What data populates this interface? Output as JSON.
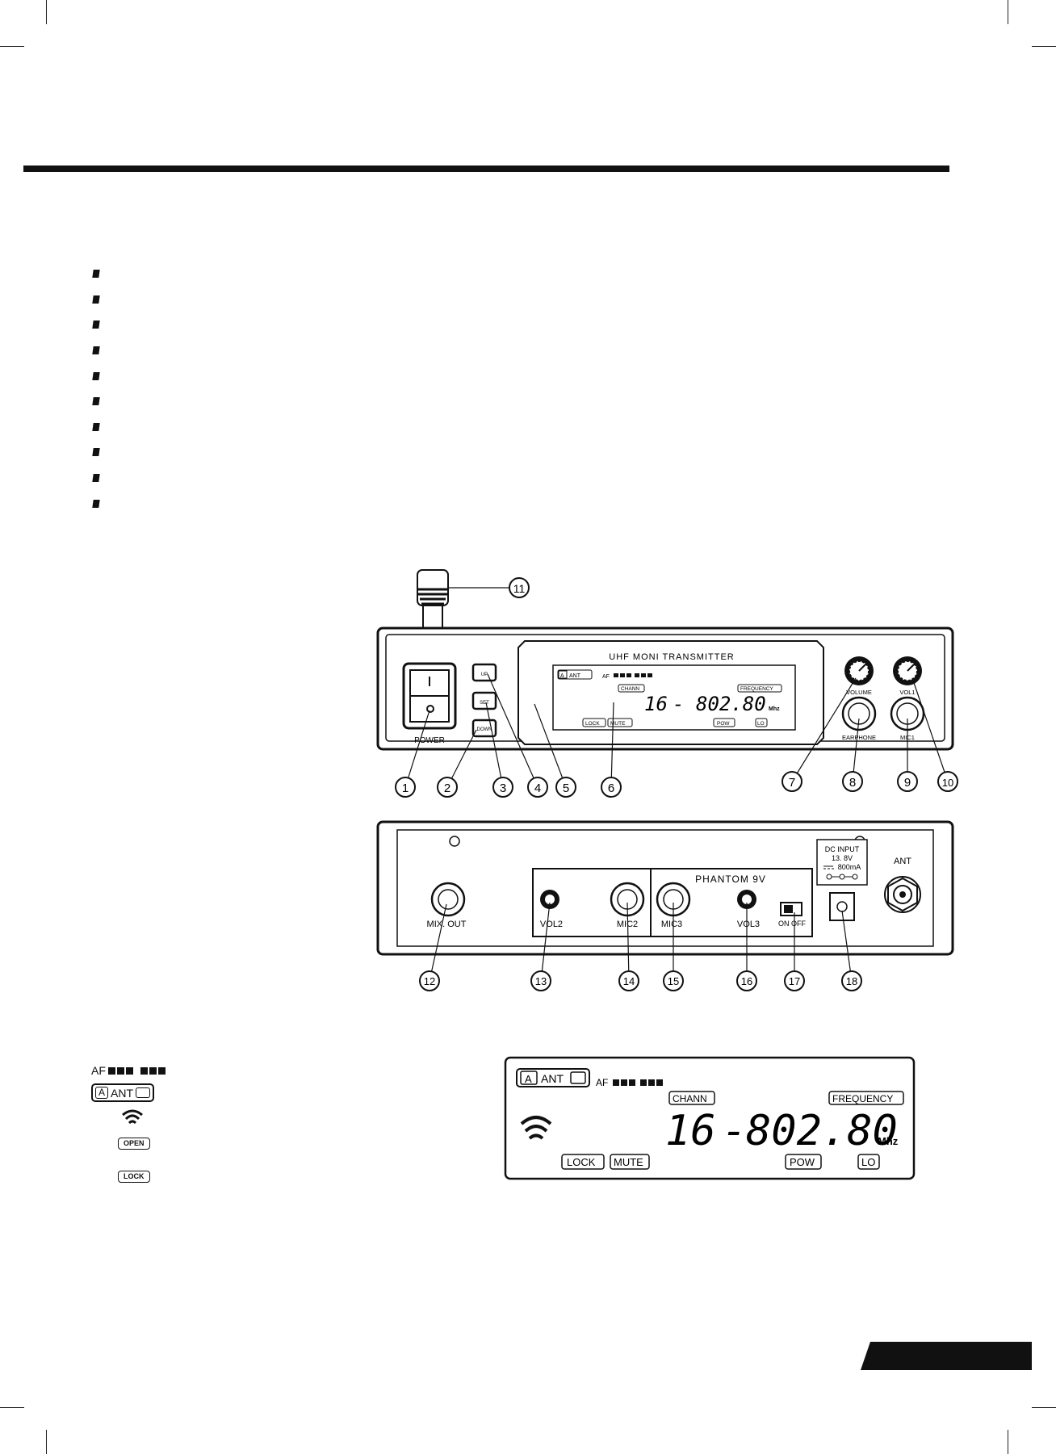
{
  "front_panel": {
    "power_label": "POWER",
    "up_label": "UP",
    "set_label": "SET",
    "down_label": "DOWN",
    "model_title": "UHF MONI TRANSMITTER",
    "volume_label": "VOLUME",
    "vol1_label": "VOL1",
    "earphone_label": "EARPHONE",
    "mic1_label": "MIC1",
    "callouts": [
      "1",
      "2",
      "3",
      "4",
      "5",
      "6",
      "7",
      "8",
      "9",
      "10",
      "11"
    ]
  },
  "rear_panel": {
    "mix_out_label": "MIX. OUT",
    "vol2_label": "VOL2",
    "mic2_label": "MIC2",
    "phantom_label": "PHANTOM 9V",
    "mic3_label": "MIC3",
    "vol3_label": "VOL3",
    "switch_label": "ON  OFF",
    "dc_input": [
      "DC INPUT",
      "13. 8V",
      "800mA"
    ],
    "ant_label": "ANT",
    "callouts": [
      "12",
      "13",
      "14",
      "15",
      "16",
      "17",
      "18"
    ]
  },
  "lcd": {
    "a_label": "A",
    "ant_label": "ANT",
    "af_label": "AF",
    "chann_label": "CHANN",
    "frequency_label": "FREQUENCY",
    "channel_value": "16",
    "dash": "-",
    "frequency_value": "802.80",
    "unit": "Mhz",
    "lock_label": "LOCK",
    "mute_label": "MUTE",
    "pow_label": "POW",
    "lo_label": "LO"
  },
  "legend": {
    "af_label": "AF",
    "a_label": "A",
    "ant_label": "ANT",
    "open_label": "OPEN",
    "lock_label": "LOCK"
  }
}
